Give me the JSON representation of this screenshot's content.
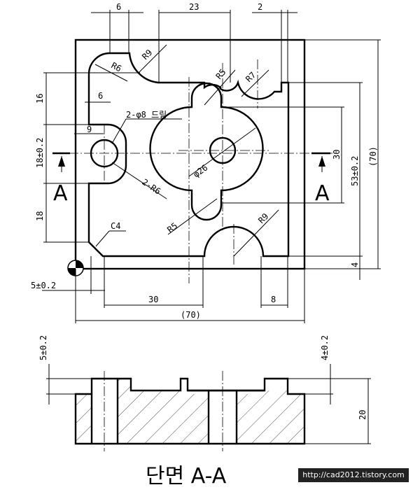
{
  "dimensions": {
    "top_6": "6",
    "top_23": "23",
    "top_2": "2",
    "left_16": "16",
    "left_18_tol": "18±0.2",
    "left_18": "18",
    "inner_6": "6",
    "inner_9": "9",
    "radius_r6_top": "R6",
    "radius_r9_top": "R9",
    "radius_r5_top": "R5",
    "radius_r7": "R7",
    "hole_callout": "2-φ8 드릴",
    "radius_2r6": "2-R6",
    "boss_phi26": "φ26",
    "radius_r5_bottom": "R5",
    "radius_r9_bottom": "R9",
    "chamfer_c4": "C4",
    "right_30": "30",
    "right_53_tol": "53±0.2",
    "right_70_paren": "(70)",
    "right_4": "4",
    "bottom_5_tol": "5±0.2",
    "bottom_30": "30",
    "bottom_8": "8",
    "bottom_70_paren": "(70)",
    "section_5_tol": "5±0.2",
    "section_4_tol": "4±0.2",
    "section_20": "20"
  },
  "section_marks": {
    "left": "A",
    "right": "A"
  },
  "section_title": "단면 A-A",
  "watermark": "http://cad2012.tistory.com"
}
